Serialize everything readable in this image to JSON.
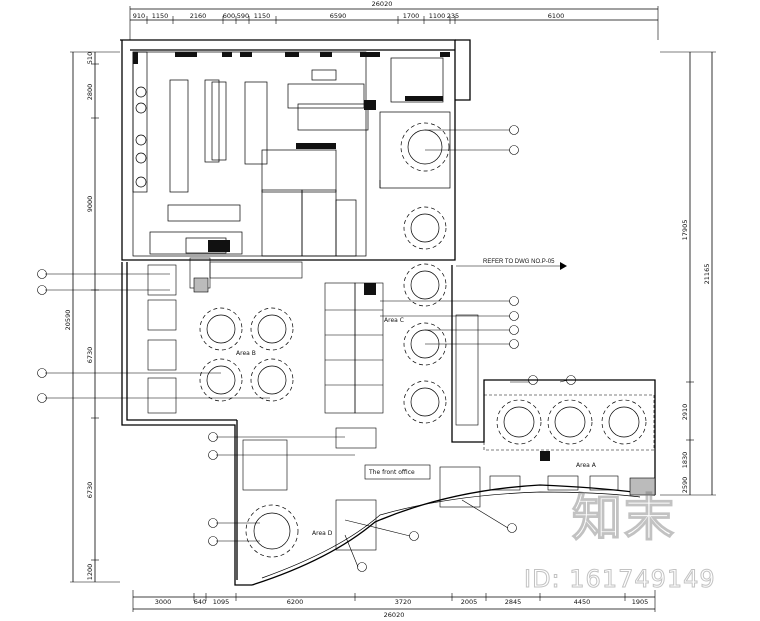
{
  "drawing": {
    "top_dims": [
      "910",
      "1150",
      "2160",
      "600",
      "590",
      "1150",
      "6590",
      "1700",
      "1100",
      "235",
      "6100"
    ],
    "top_total": "26020",
    "bottom_dims": [
      "3000",
      "640",
      "1095",
      "6200",
      "3720",
      "2005",
      "2845",
      "4450",
      "1905"
    ],
    "bottom_total": "26020",
    "left_dims": [
      "510",
      "2800",
      "9000",
      "6730",
      "6730",
      "1200"
    ],
    "left_total": "20590",
    "right_dims": [
      "17905",
      "2910",
      "1830",
      "2590"
    ],
    "right_total": "21165",
    "rooms": {
      "area_b": "Area B",
      "area_c": "Area C",
      "area_a": "Area A",
      "front_office": "The front office",
      "area_d": "Area D"
    },
    "refer_note": "REFER TO DWG NO.P-05"
  },
  "watermark": {
    "mark": "知末",
    "id": "ID: 161749149"
  }
}
